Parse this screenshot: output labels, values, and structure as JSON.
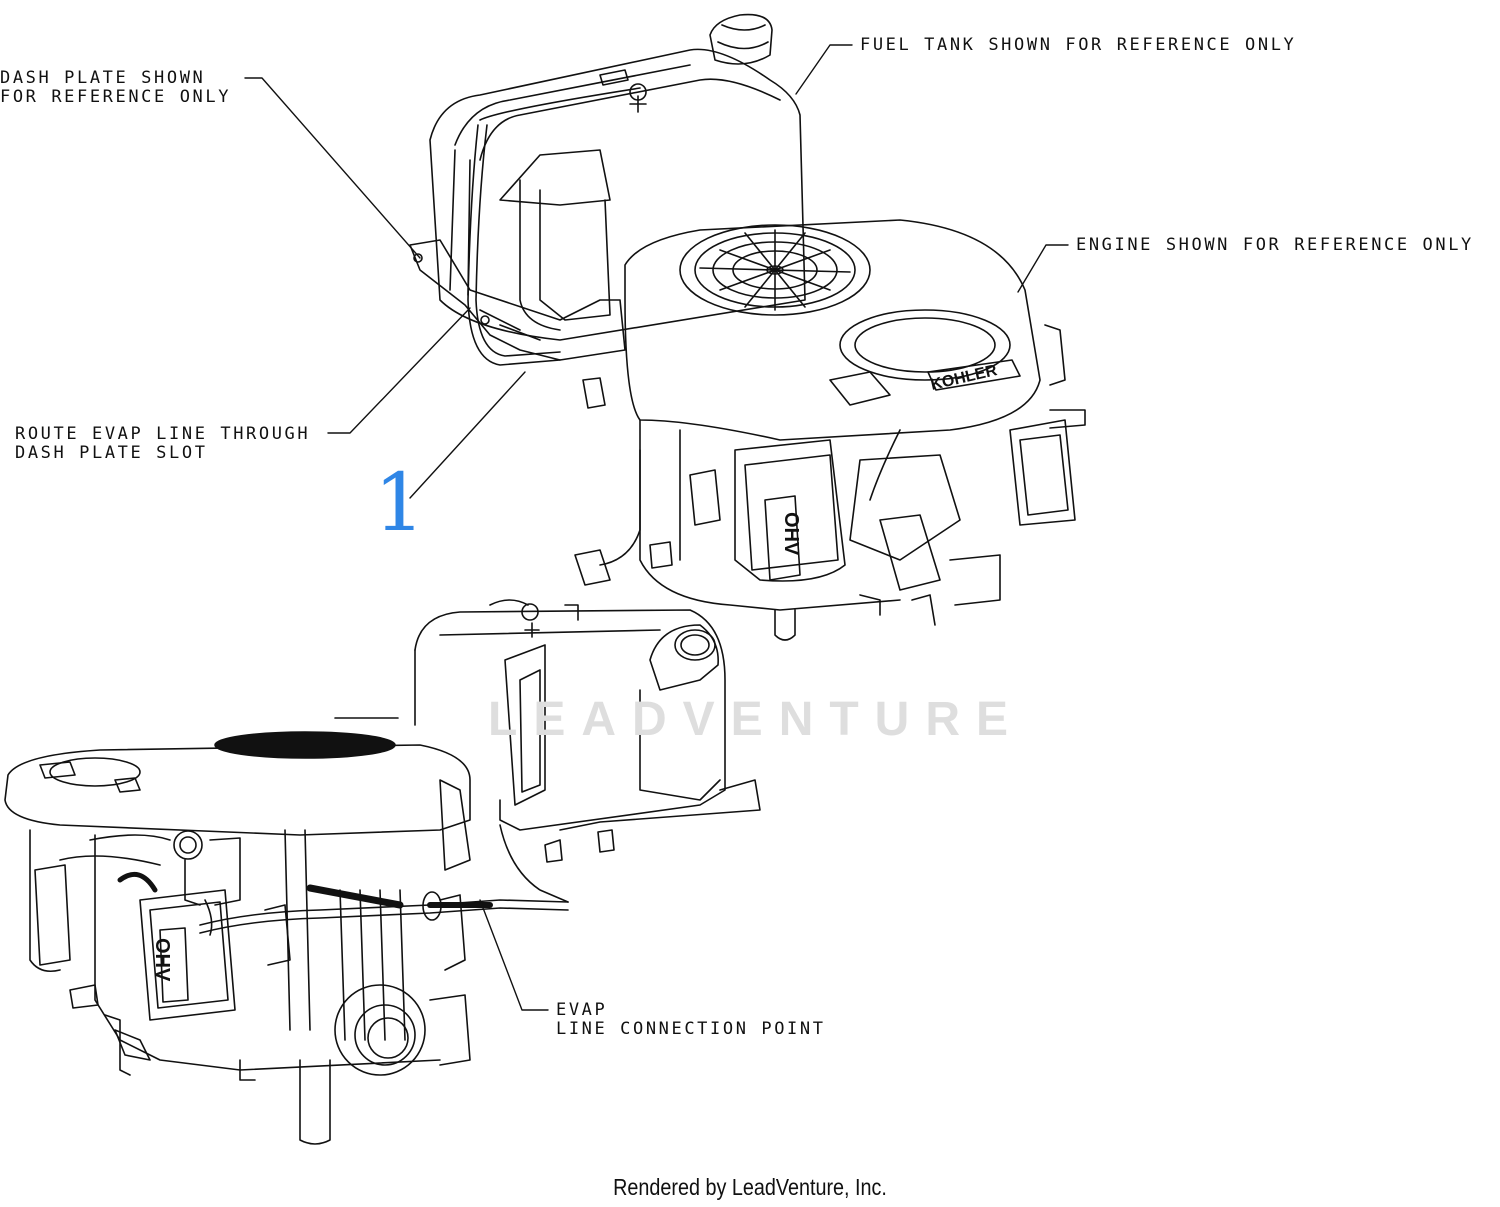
{
  "callouts": {
    "dash_plate": [
      "DASH PLATE SHOWN",
      "FOR REFERENCE ONLY"
    ],
    "fuel_tank": "FUEL TANK SHOWN FOR REFERENCE ONLY",
    "engine": "ENGINE SHOWN FOR REFERENCE ONLY",
    "route_evap": [
      "ROUTE EVAP LINE THROUGH",
      "DASH PLATE SLOT"
    ],
    "evap_connection": [
      "EVAP",
      "LINE CONNECTION POINT"
    ]
  },
  "part_callout": {
    "number": "1",
    "color": "#2f86e6"
  },
  "engine_labels": {
    "brand": "KOHLER",
    "badge": "OHV"
  },
  "watermark": "LEADVENTURE",
  "footer": "Rendered by LeadVenture, Inc."
}
